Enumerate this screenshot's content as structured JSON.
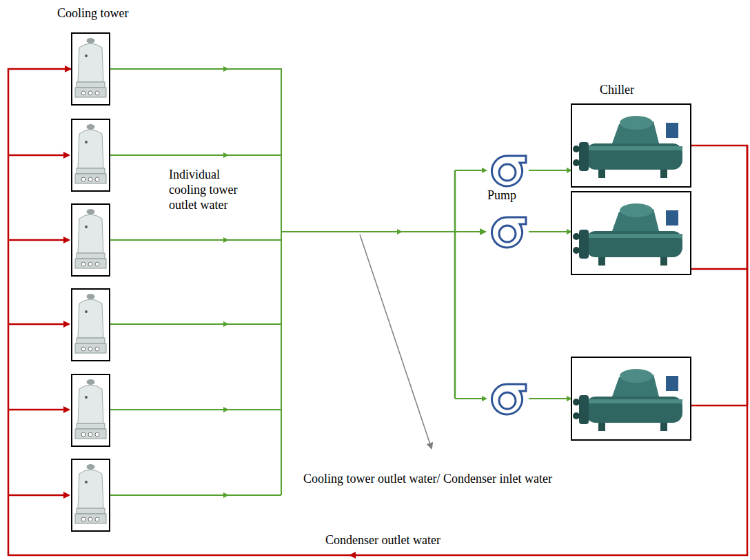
{
  "diagram": {
    "nodes": [
      {
        "text": [
          "Cooling tower"
        ]
      },
      {
        "text": [
          "Pump"
        ]
      },
      {
        "text": [
          "Chiller"
        ]
      }
    ],
    "edges": [
      {
        "from": 0,
        "to": 1,
        "arrow": "to"
      },
      {
        "from": 2,
        "to": 0,
        "arrow": "to"
      }
    ],
    "labels": [
      "Individual cooling tower outlet water",
      "Cooling tower outlet water/ Condenser inlet water",
      "Condenser outlet water"
    ]
  }
}
